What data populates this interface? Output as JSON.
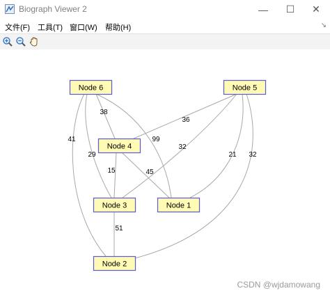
{
  "window": {
    "title": "Biograph Viewer 2",
    "controls": {
      "minimize": "—",
      "maximize": "☐",
      "close": "✕"
    }
  },
  "menu": {
    "items": [
      {
        "label": "文件(F)"
      },
      {
        "label": "工具(T)"
      },
      {
        "label": "窗口(W)"
      },
      {
        "label": "帮助(H)"
      }
    ],
    "pin": "↘"
  },
  "toolbar": {
    "buttons": [
      {
        "name": "zoom-in-icon"
      },
      {
        "name": "zoom-out-icon"
      },
      {
        "name": "pan-hand-icon"
      }
    ]
  },
  "graph": {
    "nodes": [
      {
        "id": "n6",
        "label": "Node 6"
      },
      {
        "id": "n5",
        "label": "Node 5"
      },
      {
        "id": "n4",
        "label": "Node 4"
      },
      {
        "id": "n3",
        "label": "Node 3"
      },
      {
        "id": "n1",
        "label": "Node 1"
      },
      {
        "id": "n2",
        "label": "Node 2"
      }
    ],
    "edges": [
      {
        "from": "n6",
        "to": "n4",
        "weight": "38"
      },
      {
        "from": "n6",
        "to": "n1",
        "weight": "99"
      },
      {
        "from": "n6",
        "to": "n3",
        "weight": "29"
      },
      {
        "from": "n6",
        "to": "n2",
        "weight": "41"
      },
      {
        "from": "n5",
        "to": "n4",
        "weight": "36"
      },
      {
        "from": "n5",
        "to": "n3",
        "weight": "32"
      },
      {
        "from": "n5",
        "to": "n1",
        "weight": "21"
      },
      {
        "from": "n5",
        "to": "n2",
        "weight": "32"
      },
      {
        "from": "n4",
        "to": "n3",
        "weight": "15"
      },
      {
        "from": "n4",
        "to": "n1",
        "weight": "45"
      },
      {
        "from": "n3",
        "to": "n2",
        "weight": "51"
      }
    ],
    "colors": {
      "node_fill": "#fffab4",
      "node_border": "#5b5bd6",
      "edge": "#a8a8a8",
      "text": "#000000"
    }
  },
  "watermark": "CSDN @wjdamowang"
}
